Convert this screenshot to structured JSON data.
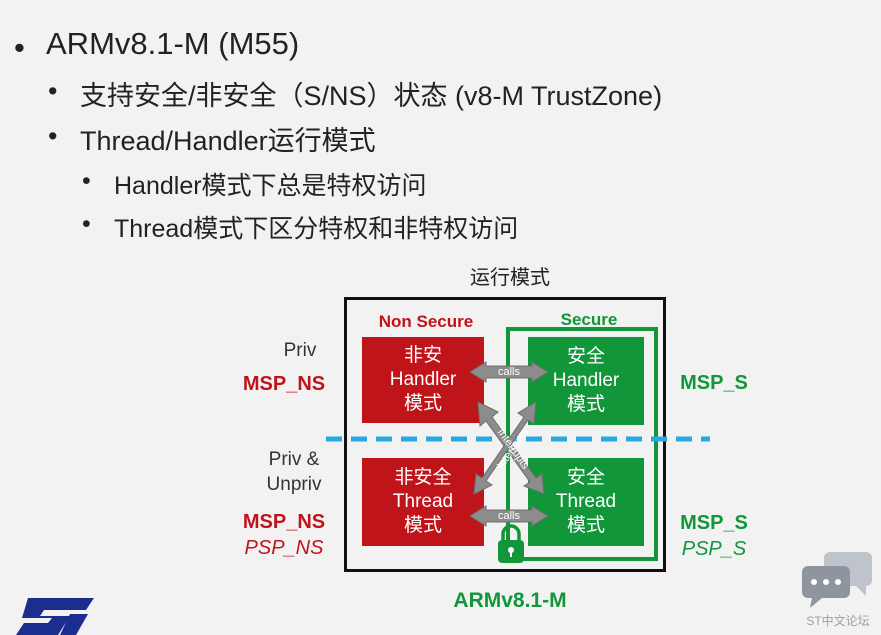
{
  "bullets": {
    "b1": "ARMv8.1-M (M55)",
    "b2": "支持安全/非安全（S/NS）状态 (v8-M TrustZone)",
    "b3": "Thread/Handler运行模式",
    "b4": "Handler模式下总是特权访问",
    "b5": "Thread模式下区分特权和非特权访问"
  },
  "diagram": {
    "title": "运行模式",
    "non_secure_label": "Non Secure",
    "secure_label": "Secure",
    "priv_label": "Priv",
    "priv_unpriv_line1": "Priv &",
    "priv_unpriv_line2": "Unpriv",
    "msp_ns_top": "MSP_NS",
    "msp_ns_bottom": "MSP_NS",
    "psp_ns": "PSP_NS",
    "msp_s_top": "MSP_S",
    "msp_s_bottom": "MSP_S",
    "psp_s": "PSP_S",
    "ns_handler": [
      "非安",
      "Handler",
      "模式"
    ],
    "s_handler": [
      "安全",
      "Handler",
      "模式"
    ],
    "ns_thread": [
      "非安全",
      "Thread",
      "模式"
    ],
    "s_thread": [
      "安全",
      "Thread",
      "模式"
    ],
    "calls_top": "calls",
    "calls_bottom": "calls",
    "interrupts_a": "Interrupts",
    "interrupts_b": "Interrupts",
    "caption": "ARMv8.1-M"
  },
  "watermark": "ST中文论坛",
  "colors": {
    "red": "#c0141b",
    "green": "#12963a",
    "dashed": "#29a8e0",
    "frame": "#111111"
  }
}
